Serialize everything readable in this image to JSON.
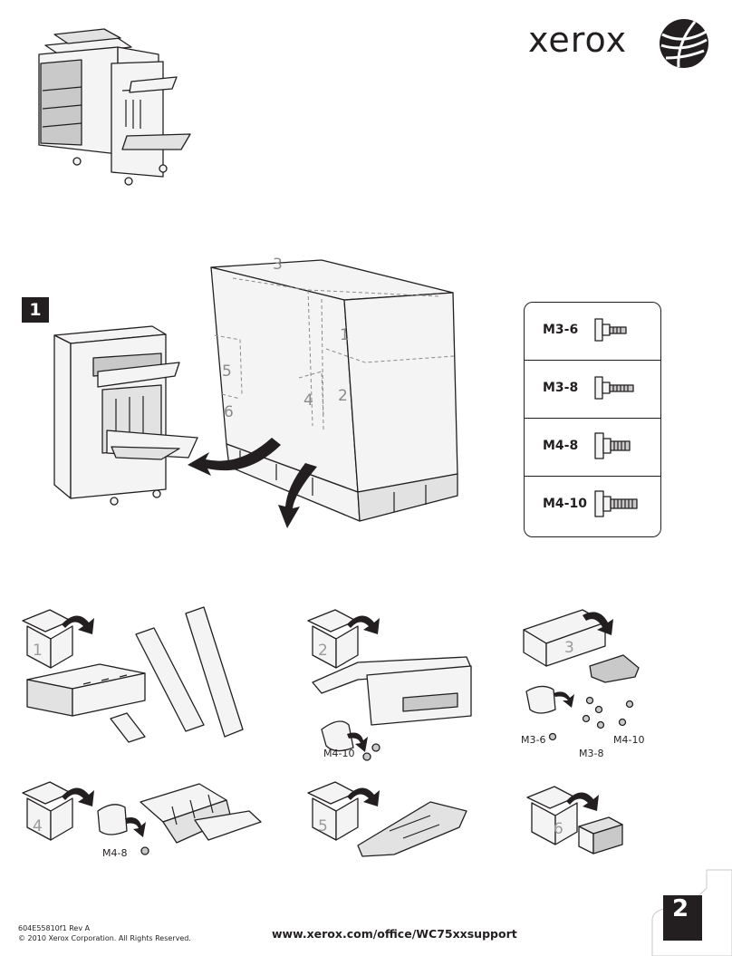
{
  "brand": {
    "name": "xerox"
  },
  "step": {
    "number": "1"
  },
  "crate": {
    "labels": [
      "3",
      "1",
      "5",
      "2",
      "4",
      "6"
    ]
  },
  "screws": [
    {
      "name": "M3-6"
    },
    {
      "name": "M3-8"
    },
    {
      "name": "M4-8"
    },
    {
      "name": "M4-10"
    }
  ],
  "parts": [
    {
      "box_number": "1"
    },
    {
      "box_number": "2",
      "screw_label": "M4-10"
    },
    {
      "box_number": "3",
      "screw_labels": [
        "M3-6",
        "M3-8",
        "M4-10"
      ]
    },
    {
      "box_number": "4",
      "screw_label": "M4-8"
    },
    {
      "box_number": "5"
    },
    {
      "box_number": "6"
    }
  ],
  "footer": {
    "doc_number": "604E55810f1 Rev A",
    "copyright": "© 2010 Xerox Corporation.  All Rights Reserved.",
    "url": "www.xerox.com/office/WC75xxsupport",
    "page_number": "2"
  }
}
